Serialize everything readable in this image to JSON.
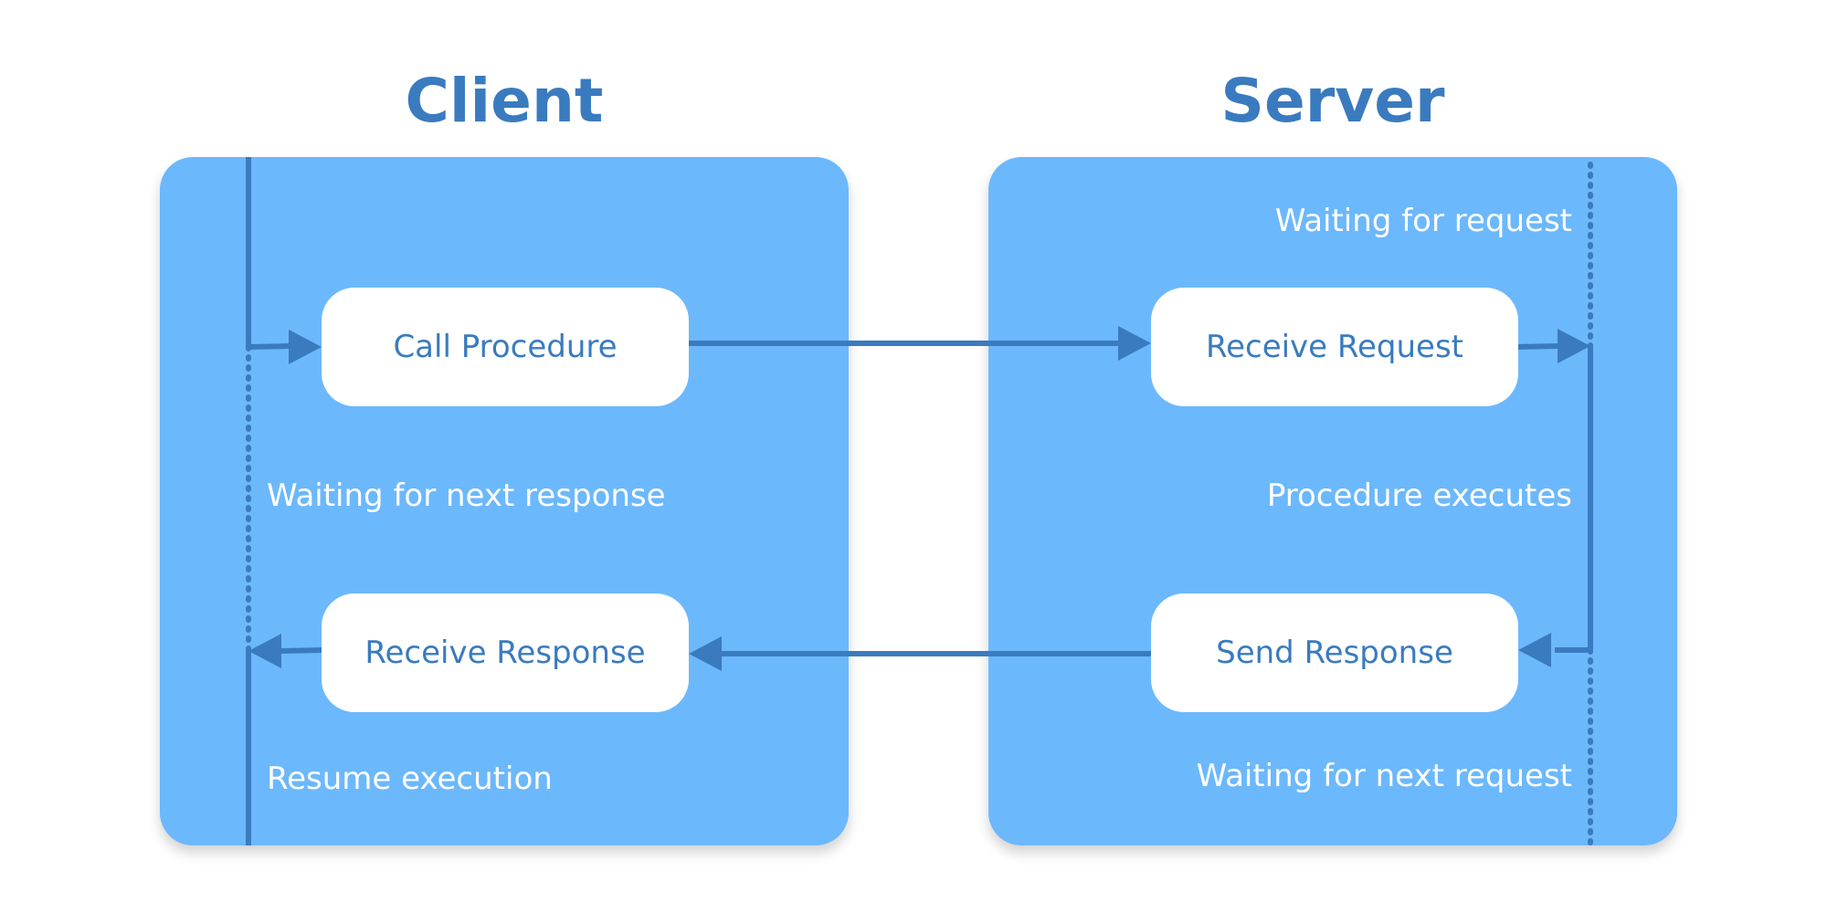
{
  "colors": {
    "title": "#3a7bbf",
    "panel": "#6cb8fc",
    "line": "#3a7bbf",
    "box": "#ffffff",
    "note": "#ffffff"
  },
  "client": {
    "title": "Client",
    "call_procedure": "Call Procedure",
    "receive_response": "Receive Response",
    "waiting_next_response": "Waiting for next response",
    "resume_execution": "Resume execution"
  },
  "server": {
    "title": "Server",
    "waiting_for_request": "Waiting for request",
    "receive_request": "Receive Request",
    "procedure_executes": "Procedure executes",
    "send_response": "Send Response",
    "waiting_next_request": "Waiting for next request"
  }
}
